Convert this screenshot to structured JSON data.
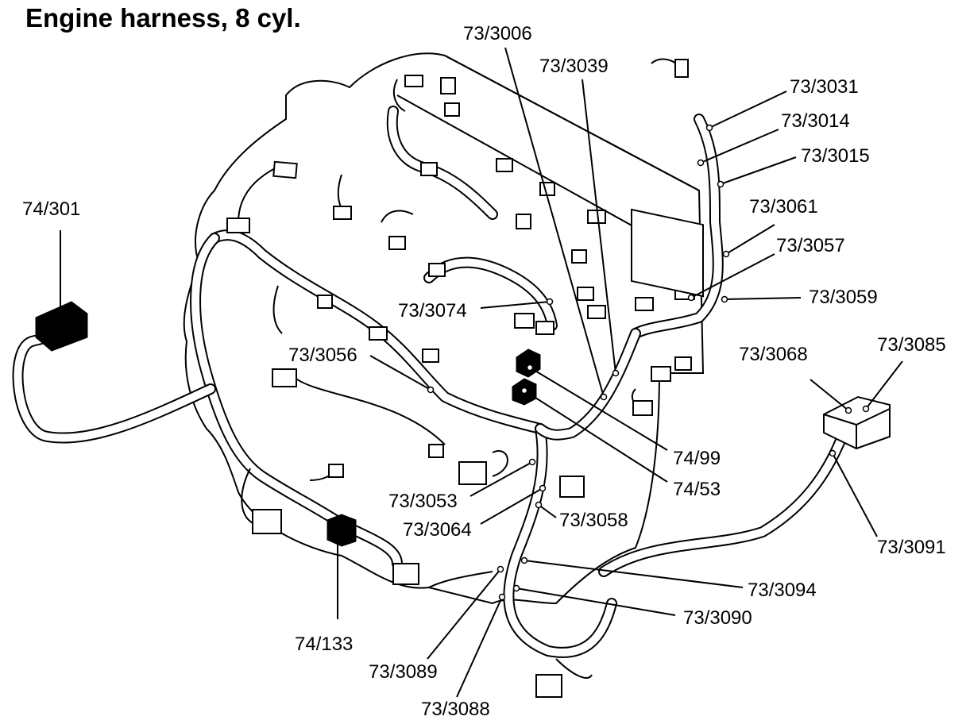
{
  "title": "Engine harness, 8 cyl.",
  "labels": {
    "l_73_3006": "73/3006",
    "l_73_3039": "73/3039",
    "l_73_3031": "73/3031",
    "l_73_3014": "73/3014",
    "l_73_3015": "73/3015",
    "l_73_3061": "73/3061",
    "l_73_3057": "73/3057",
    "l_73_3059": "73/3059",
    "l_74_301": "74/301",
    "l_73_3074": "73/3074",
    "l_73_3056": "73/3056",
    "l_73_3068": "73/3068",
    "l_73_3085": "73/3085",
    "l_74_99": "74/99",
    "l_74_53": "74/53",
    "l_73_3053": "73/3053",
    "l_73_3064": "73/3064",
    "l_73_3058": "73/3058",
    "l_73_3091": "73/3091",
    "l_73_3094": "73/3094",
    "l_73_3090": "73/3090",
    "l_74_133": "74/133",
    "l_73_3089": "73/3089",
    "l_73_3088": "73/3088"
  }
}
